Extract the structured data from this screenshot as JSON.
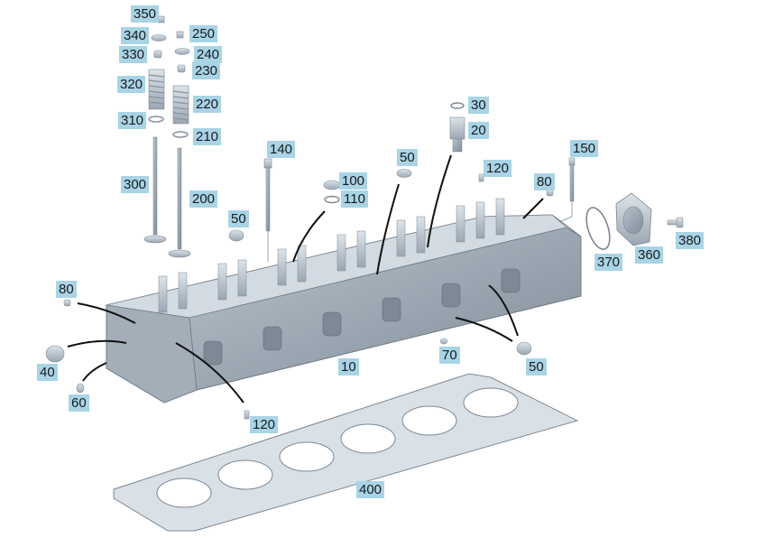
{
  "diagram": {
    "accent_color": "#a8d4e6",
    "part_color": "#c3cdd6",
    "callouts": {
      "c350": "350",
      "c340": "340",
      "c330": "330",
      "c320": "320",
      "c310": "310",
      "c300": "300",
      "c250": "250",
      "c240": "240",
      "c230": "230",
      "c220": "220",
      "c210": "210",
      "c200": "200",
      "c140": "140",
      "c100": "100",
      "c110": "110",
      "c50a": "50",
      "c50b": "50",
      "c50c": "50",
      "c30": "30",
      "c20": "20",
      "c120a": "120",
      "c120b": "120",
      "c80a": "80",
      "c80b": "80",
      "c150": "150",
      "c370": "370",
      "c360": "360",
      "c380": "380",
      "c40": "40",
      "c60": "60",
      "c70": "70",
      "c10": "10",
      "c400": "400"
    }
  }
}
